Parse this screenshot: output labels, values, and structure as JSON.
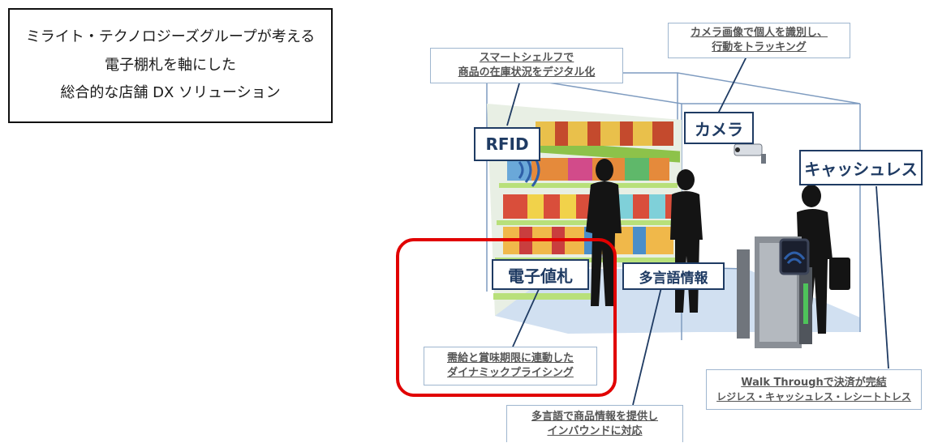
{
  "title_box": {
    "line1": "ミライト・テクノロジーズグループが考える",
    "line2": "電子棚札を軸にした",
    "line3": "総合的な店舗 DX ソリューション"
  },
  "callouts": {
    "smart_shelf": {
      "line1": "スマートシェルフで",
      "line2": "商品の在庫状況をデジタル化"
    },
    "camera_id": {
      "line1": "カメラ画像で個人を識別し、",
      "line2": "行動をトラッキング"
    },
    "dynamic_pricing": {
      "line1": "需給と賞味期限に連動した",
      "line2": "ダイナミックプライシング"
    },
    "multilingual": {
      "line1": "多言語で商品情報を提供し",
      "line2": "インバウンドに対応"
    },
    "walk_through": {
      "line1": "Walk Throughで決済が完結",
      "line2": "レジレス・キャッシュレス・レシートトレス"
    }
  },
  "tags": {
    "rfid": "RFID",
    "camera": "カメラ",
    "cashless": "キャッシュレス",
    "esl": "電子値札",
    "multilingual": "多言語情報"
  },
  "colors": {
    "tag_text": "#1f3b63",
    "highlight": "#e10000",
    "floor": "#c9daef",
    "room_edge": "#7f9cc0"
  }
}
